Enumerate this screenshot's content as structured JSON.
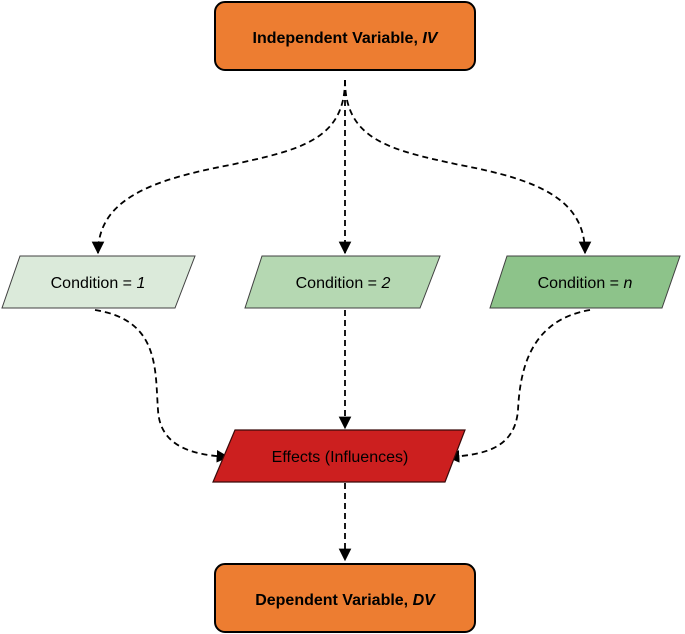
{
  "nodes": {
    "iv": {
      "label": "Independent Variable, ",
      "symbol": "IV",
      "fill": "#ed7d31",
      "stroke": "#000000"
    },
    "condition_1": {
      "label": "Condition = ",
      "value": "1",
      "fill": "#dbeada",
      "stroke": "#404040"
    },
    "condition_2": {
      "label": "Condition = ",
      "value": "2",
      "fill": "#b5d8b2",
      "stroke": "#404040"
    },
    "condition_n": {
      "label": "Condition = ",
      "value": "n",
      "fill": "#8dc38a",
      "stroke": "#404040"
    },
    "effects": {
      "label": "Effects (Influences)",
      "fill": "#cc1f1f",
      "stroke": "#3a0a0a"
    },
    "dv": {
      "label": "Dependent Variable, ",
      "symbol": "DV",
      "fill": "#ed7d31",
      "stroke": "#000000"
    }
  },
  "edges": [
    {
      "from": "iv",
      "to": "condition_1",
      "style": "dashed"
    },
    {
      "from": "iv",
      "to": "condition_2",
      "style": "dashed"
    },
    {
      "from": "iv",
      "to": "condition_n",
      "style": "dashed"
    },
    {
      "from": "condition_1",
      "to": "effects",
      "style": "dashed"
    },
    {
      "from": "condition_2",
      "to": "effects",
      "style": "dashed"
    },
    {
      "from": "condition_n",
      "to": "effects",
      "style": "dashed"
    },
    {
      "from": "effects",
      "to": "dv",
      "style": "dashed"
    }
  ]
}
